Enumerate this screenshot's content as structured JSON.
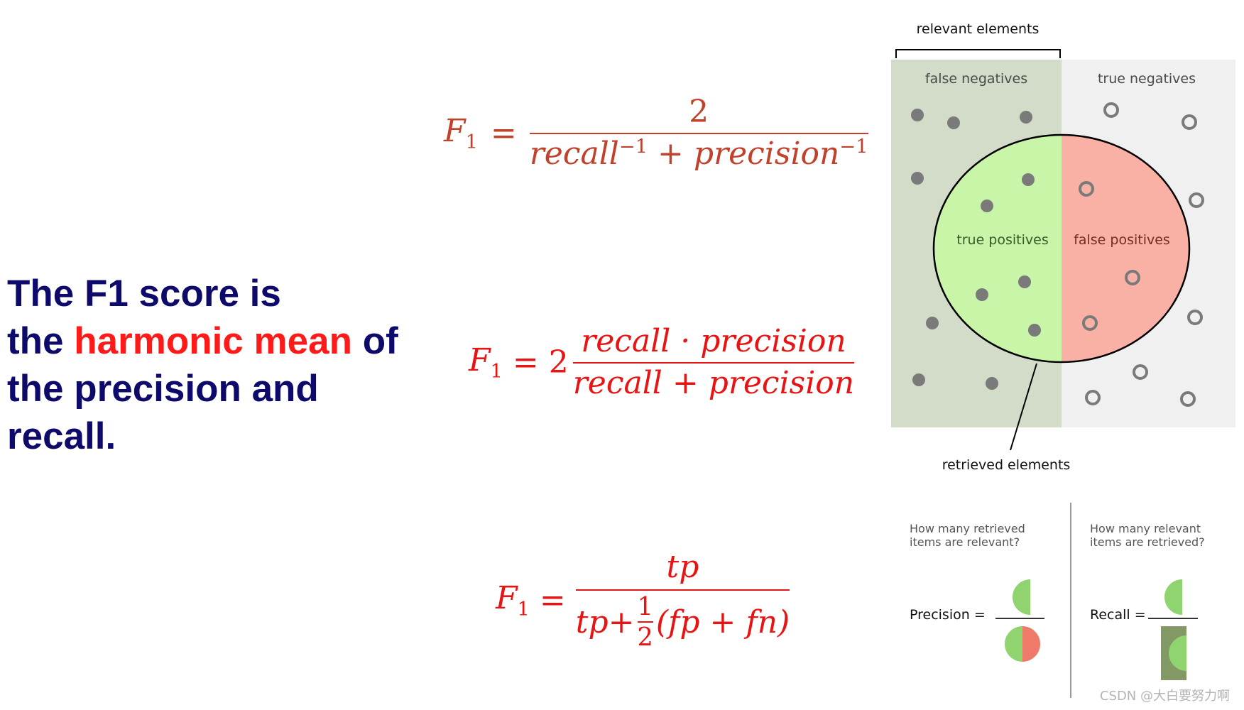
{
  "statement": {
    "line1": "The F1 score is",
    "line2_start": "the ",
    "line2_highlight": "harmonic mean",
    "line2_end": " of",
    "line3": "the precision and",
    "line4": "recall."
  },
  "formula1": {
    "lhs": "F",
    "lhs_sub": "1",
    "equals": "=",
    "numerator": "2",
    "den_recall": "recall",
    "den_sup1": "−1",
    "den_plus": " + ",
    "den_precision": "precision",
    "den_sup2": "−1"
  },
  "formula2": {
    "lhs": "F",
    "lhs_sub": "1",
    "equals": "=",
    "coef": "2",
    "numerator": "recall · precision",
    "denominator": "recall + precision"
  },
  "formula3": {
    "lhs": "F",
    "lhs_sub": "1",
    "equals": "=",
    "numerator": "tp",
    "den_tp": "tp",
    "den_plus": " + ",
    "half_num": "1",
    "half_den": "2",
    "den_paren": "(fp + fn)"
  },
  "diagram": {
    "relevant_elements": "relevant elements",
    "false_negatives": "false negatives",
    "true_negatives": "true negatives",
    "true_positives": "true positives",
    "false_positives": "false positives",
    "retrieved_elements": "retrieved elements",
    "colors": {
      "relevant_bg": "#d2dcc8",
      "irrelevant_bg": "#f0f0f0",
      "true_positive_fill": "#c8f5a8",
      "false_positive_fill": "#f9b0a5",
      "dot": "#7a7a7a"
    }
  },
  "panel": {
    "precision_question": [
      "How many retrieved",
      "items are relevant?"
    ],
    "recall_question": [
      "How many relevant",
      "items are retrieved?"
    ],
    "precision_label": "Precision =",
    "recall_label": "Recall =",
    "colors": {
      "green": "#8fd46e",
      "red": "#f07a6a",
      "olive": "#829966"
    }
  },
  "watermark": "CSDN @大白要努力啊"
}
